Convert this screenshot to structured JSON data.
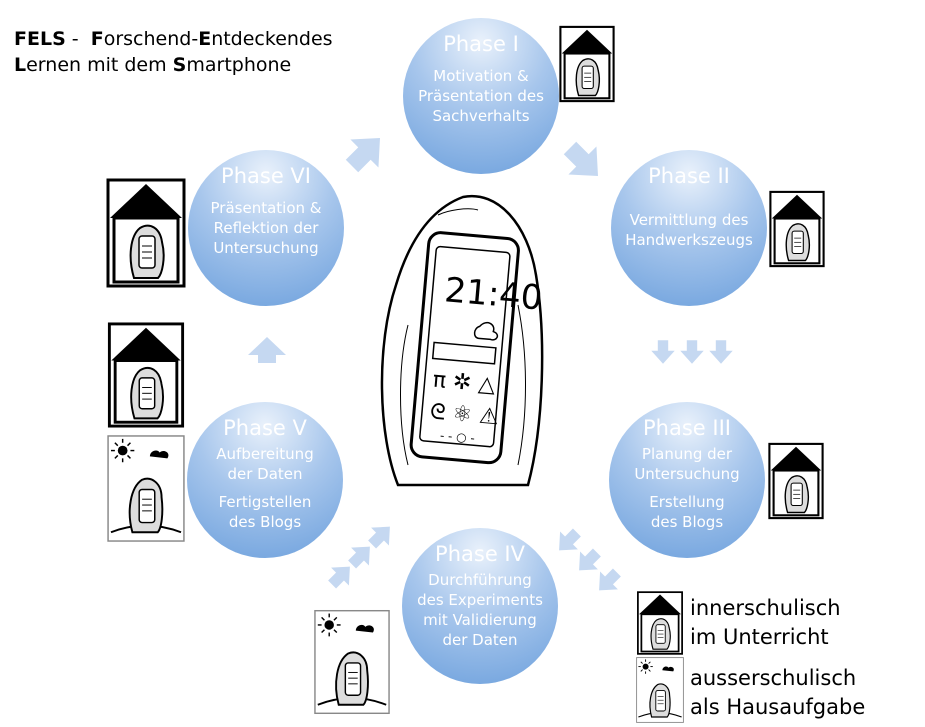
{
  "title": {
    "bold1": "FELS",
    "dash": " - ",
    "l1_b1": "F",
    "l1_t1": "orschend-",
    "l1_b2": "E",
    "l1_t2": "ntdeckendes",
    "l2_b1": "L",
    "l2_t1": "ernen mit dem ",
    "l2_b2": "S",
    "l2_t2": "martphone"
  },
  "phases": [
    {
      "name": "Phase I",
      "text": "Motivation &\nPräsentation des\nSachverhalts",
      "text2": ""
    },
    {
      "name": "Phase II",
      "text": "Vermittlung des\nHandwerkszeugs",
      "text2": ""
    },
    {
      "name": "Phase III",
      "text": "Planung der\nUntersuchung",
      "text2": "Erstellung\ndes Blogs"
    },
    {
      "name": "Phase IV",
      "text": "Durchführung\ndes Experiments\nmit Validierung\nder Daten",
      "text2": ""
    },
    {
      "name": "Phase V",
      "text": "Aufbereitung\nder Daten",
      "text2": "Fertigstellen\ndes Blogs"
    },
    {
      "name": "Phase VI",
      "text": "Präsentation &\nReflektion der\nUntersuchung",
      "text2": ""
    }
  ],
  "center_phone": {
    "time": "21:40"
  },
  "legend": {
    "indoor_line1": "innerschulisch",
    "indoor_line2": "im Unterricht",
    "outdoor_line1": "ausserschulisch",
    "outdoor_line2": "als Hausaufgabe"
  },
  "colors": {
    "circle": "#7ea9e1",
    "arrow": "#c5d8f1"
  }
}
